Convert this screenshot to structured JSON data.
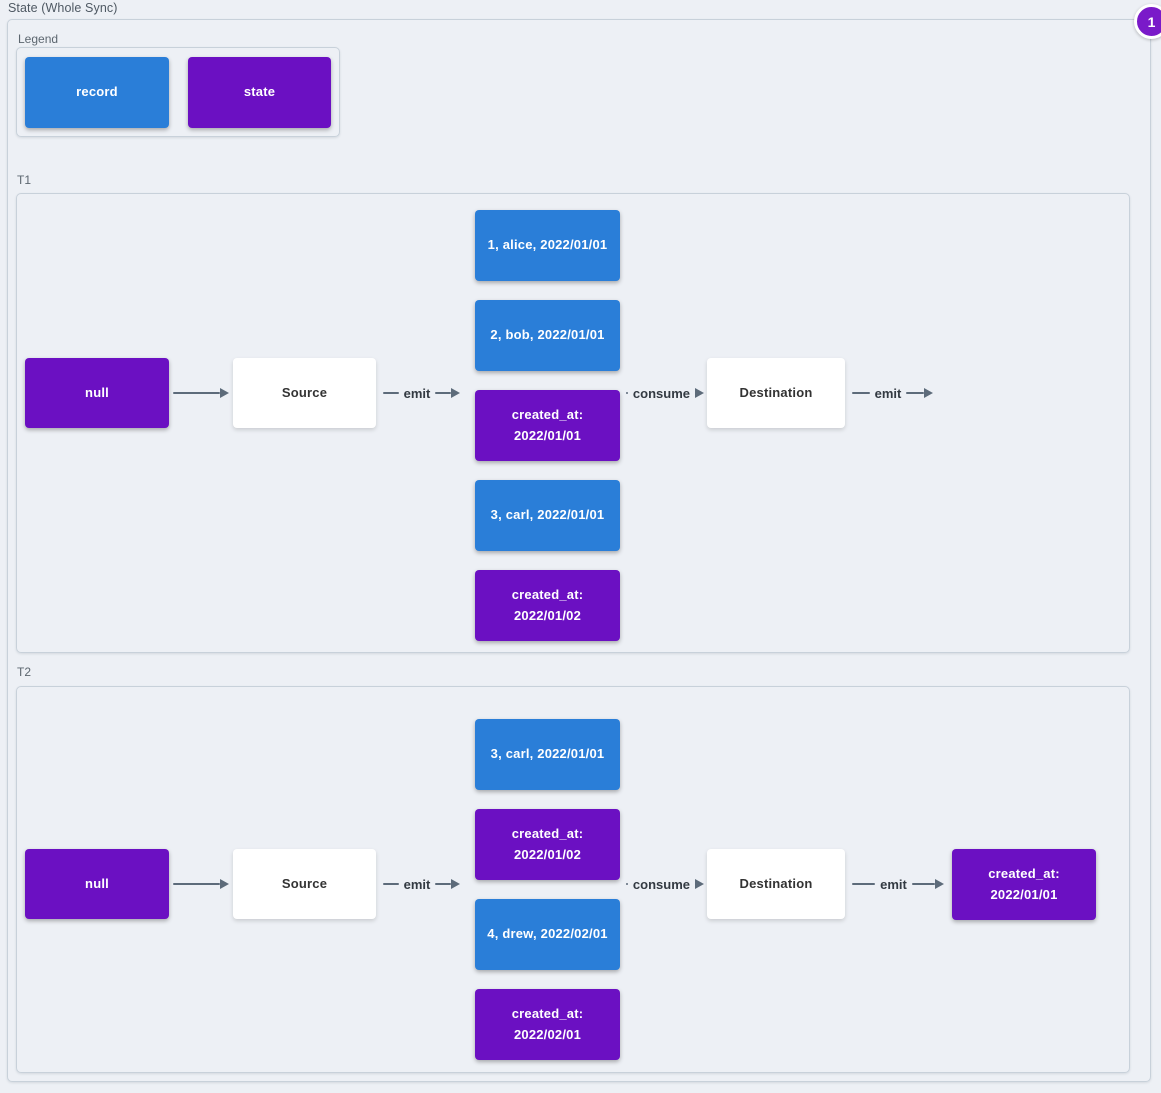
{
  "title": "State (Whole Sync)",
  "badge": {
    "value": "1"
  },
  "colors": {
    "canvas": "#edf0f5",
    "record": "#2a7ed8",
    "state": "#6b10c2",
    "badge": "#7a1ac9",
    "arrow": "#5d6b7a",
    "edgeLabel": "#333a42",
    "groupBorder": "#c8d1da",
    "groupLabel": "#5c666f",
    "title": "#4f5963",
    "plainNodeText": "#333333"
  },
  "legend": {
    "label": "Legend",
    "items": [
      {
        "label": "record",
        "type": "record"
      },
      {
        "label": "state",
        "type": "state"
      }
    ]
  },
  "sections": [
    {
      "label": "T1",
      "null_label": "null",
      "source_label": "Source",
      "destination_label": "Destination",
      "edge_emit_source": "emit",
      "edge_consume": "consume",
      "edge_emit_destination": "emit",
      "stack": [
        {
          "label": "1, alice, 2022/01/01",
          "type": "record"
        },
        {
          "label": "2, bob, 2022/01/01",
          "type": "record"
        },
        {
          "label": "created_at:\n2022/01/01",
          "type": "state"
        },
        {
          "label": "3, carl, 2022/01/01",
          "type": "record"
        },
        {
          "label": "created_at:\n2022/01/02",
          "type": "state"
        }
      ]
    },
    {
      "label": "T2",
      "null_label": "null",
      "source_label": "Source",
      "destination_label": "Destination",
      "edge_emit_source": "emit",
      "edge_consume": "consume",
      "edge_emit_destination": "emit",
      "stack": [
        {
          "label": "3, carl, 2022/01/01",
          "type": "record"
        },
        {
          "label": "created_at:\n2022/01/02",
          "type": "state"
        },
        {
          "label": "4, drew, 2022/02/01",
          "type": "record"
        },
        {
          "label": "created_at:\n2022/02/01",
          "type": "state"
        }
      ],
      "output": {
        "label": "created_at:\n2022/01/01",
        "type": "state"
      }
    }
  ]
}
